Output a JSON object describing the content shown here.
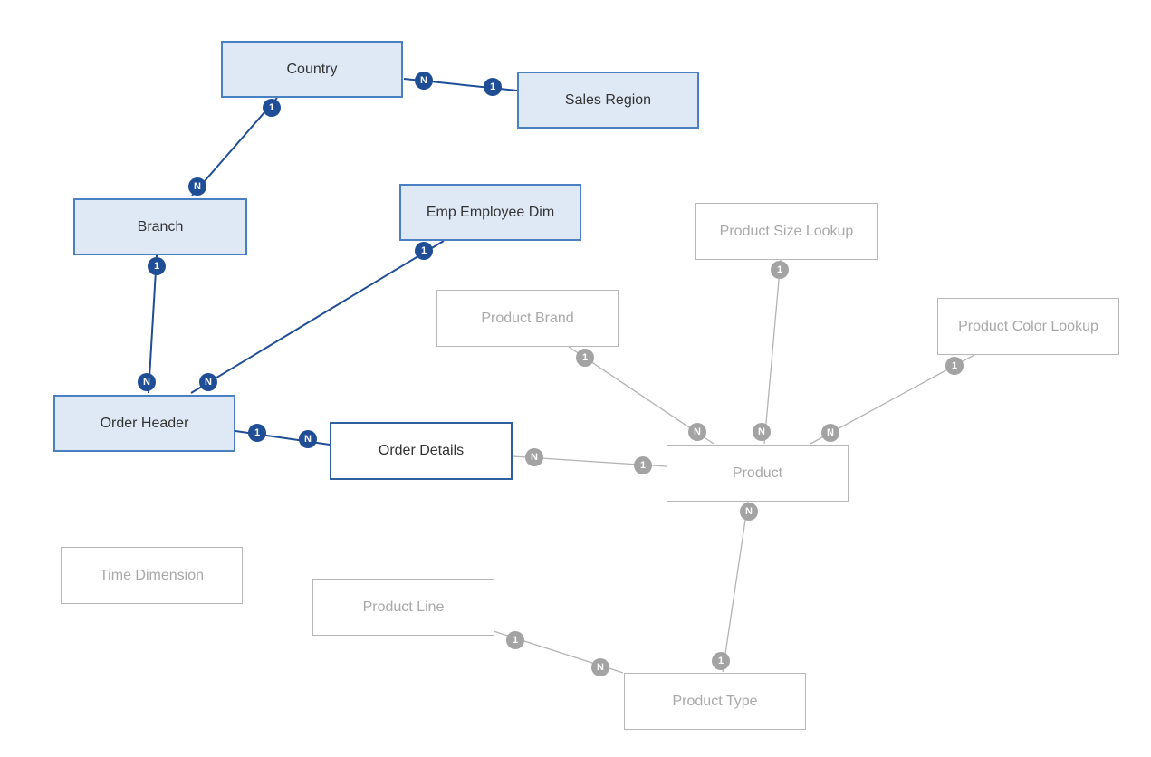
{
  "colors": {
    "active_line": "#1f4e96",
    "inactive_line": "#b3b3b3",
    "active_badge": "#1f4e96",
    "inactive_badge": "#a3a3a3"
  },
  "nodes": {
    "country": "Country",
    "sales_region": "Sales Region",
    "branch": "Branch",
    "emp_employee_dim": "Emp Employee Dim",
    "order_header": "Order Header",
    "order_details": "Order Details",
    "time_dimension": "Time Dimension",
    "product_size_lookup": "Product Size Lookup",
    "product_brand": "Product Brand",
    "product_color_lookup": "Product Color Lookup",
    "product": "Product",
    "product_line": "Product Line",
    "product_type": "Product Type"
  },
  "relationships": [
    {
      "from": "Country",
      "to": "Sales Region",
      "from_card": "N",
      "to_card": "1",
      "state": "active"
    },
    {
      "from": "Country",
      "to": "Branch",
      "from_card": "1",
      "to_card": "N",
      "state": "active"
    },
    {
      "from": "Branch",
      "to": "Order Header",
      "from_card": "1",
      "to_card": "N",
      "state": "active"
    },
    {
      "from": "Emp Employee Dim",
      "to": "Order Header",
      "from_card": "1",
      "to_card": "N",
      "state": "active"
    },
    {
      "from": "Order Header",
      "to": "Order Details",
      "from_card": "1",
      "to_card": "N",
      "state": "active"
    },
    {
      "from": "Order Details",
      "to": "Product",
      "from_card": "N",
      "to_card": "1",
      "state": "inactive"
    },
    {
      "from": "Product Brand",
      "to": "Product",
      "from_card": "1",
      "to_card": "N",
      "state": "inactive"
    },
    {
      "from": "Product Size Lookup",
      "to": "Product",
      "from_card": "1",
      "to_card": "N",
      "state": "inactive"
    },
    {
      "from": "Product Color Lookup",
      "to": "Product",
      "from_card": "1",
      "to_card": "N",
      "state": "inactive"
    },
    {
      "from": "Product",
      "to": "Product Type",
      "from_card": "N",
      "to_card": "1",
      "state": "inactive"
    },
    {
      "from": "Product Line",
      "to": "Product Type",
      "from_card": "1",
      "to_card": "N",
      "state": "inactive"
    }
  ]
}
